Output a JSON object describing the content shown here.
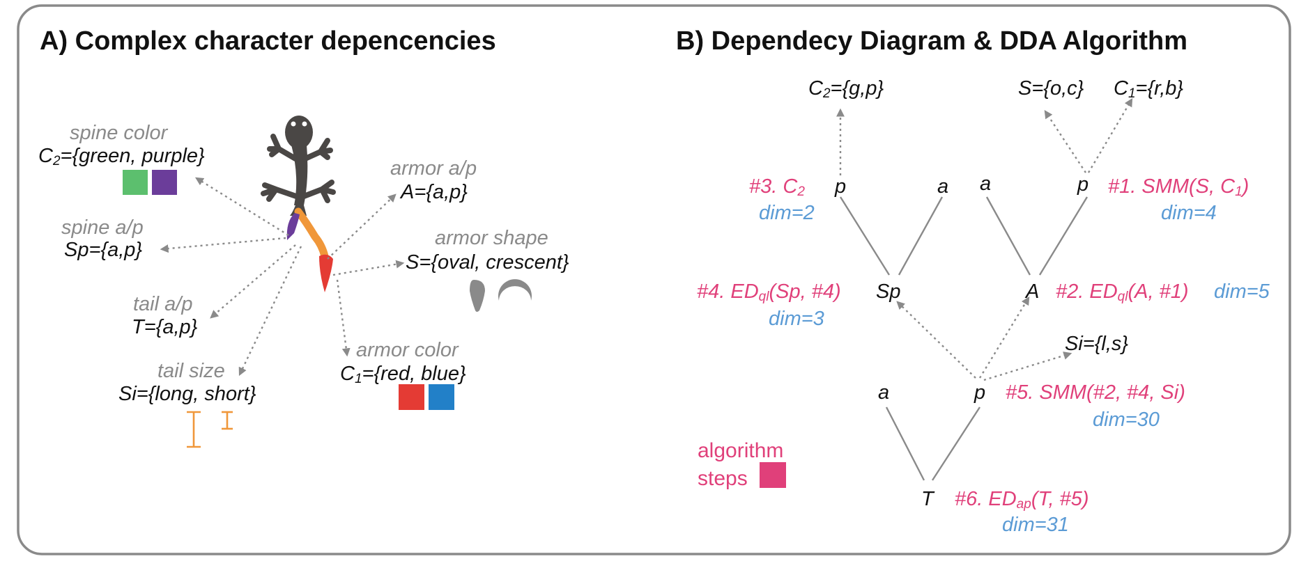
{
  "colors": {
    "green": "#5cbf6e",
    "purple": "#6b3d9a",
    "red": "#e43b34",
    "blue": "#2280c8",
    "orange": "#f0973a",
    "step_pink": "#e0407a",
    "dim_blue": "#5b9bd5",
    "gray": "#8a8a8a",
    "lizard": "#4a4745"
  },
  "panelA": {
    "title": "A)   Complex character depencencies",
    "icons": [
      "lizard-icon",
      "armor-oval-icon",
      "armor-crescent-icon",
      "tail-size-long-icon",
      "tail-size-short-icon"
    ],
    "spine_color": {
      "name": "spine color",
      "set_pre": "C",
      "set_sub": "2",
      "set_post": "={green, purple}"
    },
    "spine_ap": {
      "name": "spine a/p",
      "set": "Sp={a,p}"
    },
    "tail_ap": {
      "name": "tail a/p",
      "set": "T={a,p}"
    },
    "tail_size": {
      "name": "tail size",
      "set": "Si={long, short}"
    },
    "armor_ap": {
      "name": "armor a/p",
      "set": "A={a,p}"
    },
    "armor_shape": {
      "name": "armor shape",
      "set": "S={oval, crescent}"
    },
    "armor_color": {
      "name": "armor color",
      "set_pre": "C",
      "set_sub": "1",
      "set_post": "={red, blue}"
    }
  },
  "panelB": {
    "title": "B)   Dependecy Diagram & DDA Algorithm",
    "top_c2": {
      "pre": "C",
      "sub": "2",
      "post": "={g,p}"
    },
    "top_s": "S={o,c}",
    "top_c1": {
      "pre": "C",
      "sub": "1",
      "post": "={r,b}"
    },
    "node_p_left": "p",
    "node_a_left": "a",
    "node_a_right": "a",
    "node_p_right": "p",
    "node_sp": "Sp",
    "node_A": "A",
    "node_si": "Si={l,s}",
    "node_a_bottom": "a",
    "node_p_bottom": "p",
    "node_T": "T",
    "step3": {
      "pre": "#3. C",
      "sub": "2",
      "dim": "dim=2"
    },
    "step1": {
      "pre": "#1. SMM(S, C",
      "sub": "1",
      "post": ")",
      "dim": "dim=4"
    },
    "step4": {
      "pre": "#4. ED",
      "sub": "ql",
      "post": "(Sp, #4)",
      "dim": "dim=3"
    },
    "step2": {
      "pre": "#2. ED",
      "sub": "ql",
      "post": "(A, #1)",
      "dim": "dim=5"
    },
    "step5": {
      "text": "#5. SMM(#2, #4, Si)",
      "dim": "dim=30"
    },
    "step6": {
      "pre": "#6. ED",
      "sub": "ap",
      "post": "(T, #5)",
      "dim": "dim=31"
    },
    "legend": {
      "line1": "algorithm",
      "line2": "steps"
    }
  }
}
